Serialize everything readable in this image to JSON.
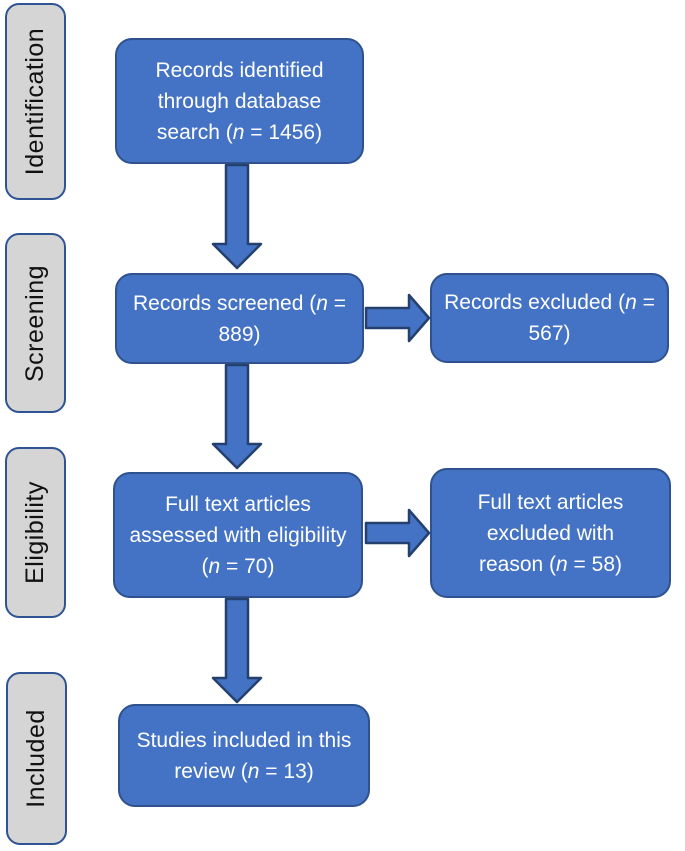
{
  "colors": {
    "box_fill": "#4472C4",
    "box_border": "#2F528F",
    "arrow_fill": "#4472C4",
    "arrow_border": "#24406E",
    "stage_fill": "#D5D5D5",
    "stage_border": "#2F5496",
    "box_text": "#FFFFFF",
    "stage_text": "#111111",
    "background": "#FFFFFF"
  },
  "stages": {
    "identification": "Identification",
    "screening": "Screening",
    "eligibility": "Eligibility",
    "included": "Included"
  },
  "flow_boxes": {
    "identified": {
      "pre": "Records identified through database search (",
      "n": "n",
      "post": " = 1456)"
    },
    "screened": {
      "pre": "Records screened (",
      "n": "n",
      "post": " = 889)"
    },
    "records_excluded": {
      "pre": "Records excluded (",
      "n": "n",
      "post": " = 567)"
    },
    "fulltext_assessed": {
      "pre": "Full text articles assessed with eligibility (",
      "n": "n",
      "post": " = 70)"
    },
    "fulltext_excluded": {
      "pre": "Full text articles excluded with reason (",
      "n": "n",
      "post": " = 58)"
    },
    "included_studies": {
      "pre": "Studies included in this review (",
      "n": "n",
      "post": " = 13)"
    }
  }
}
